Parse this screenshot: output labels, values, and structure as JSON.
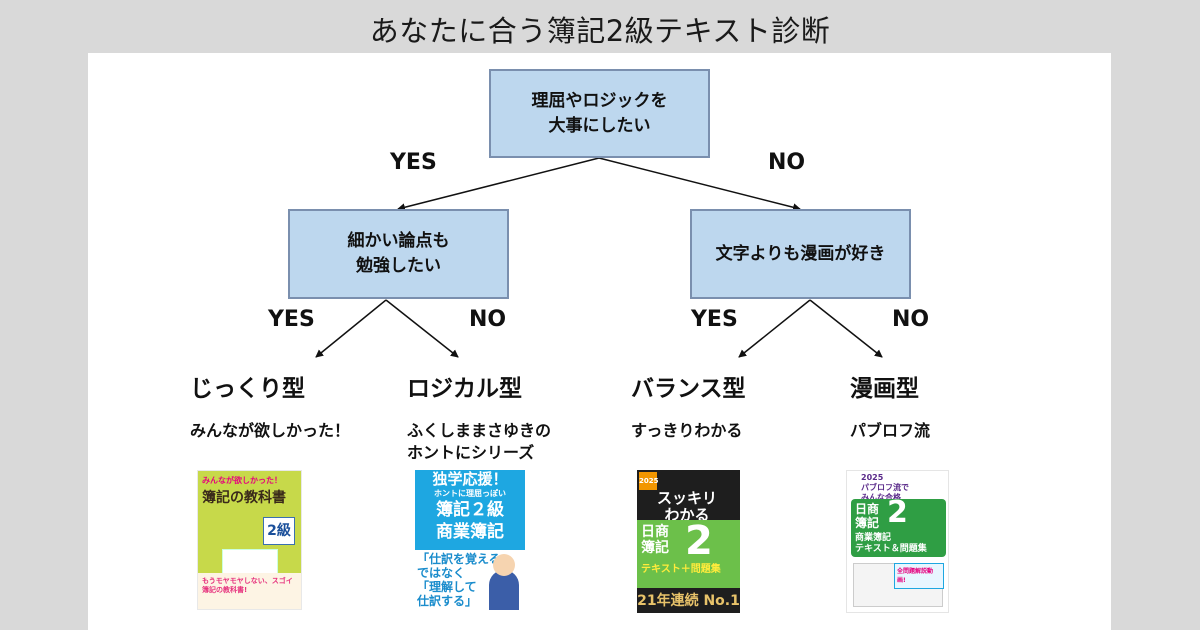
{
  "title": "あなたに合う簿記2級テキスト診断",
  "colors": {
    "background": "#d9d9d9",
    "panel": "#ffffff",
    "node_fill": "#bdd7ee",
    "node_border": "#7a8fae",
    "text": "#111111"
  },
  "tree": {
    "root": {
      "question": "理屈やロジックを\n大事にしたい"
    },
    "root_yes_label": "YES",
    "root_no_label": "NO",
    "left": {
      "question": "細かい論点も\n勉強したい",
      "yes_label": "YES",
      "no_label": "NO"
    },
    "right": {
      "question": "文字よりも漫画が好き",
      "yes_label": "YES",
      "no_label": "NO"
    }
  },
  "results": [
    {
      "type": "じっくり型",
      "book": "みんなが欲しかった！",
      "cover": {
        "series": "みんなが欲しかった！",
        "main": "簿記の教科書",
        "grade": "2級",
        "tagline": "もうモヤモヤしない、スゴイ簿記の教科書!"
      }
    },
    {
      "type": "ロジカル型",
      "book": "ふくしままさゆきの\nホントにシリーズ",
      "cover": {
        "line1": "独学応援！",
        "line2": "ホントに理屈っぽい",
        "line3": "簿記２級",
        "line4": "商業簿記",
        "quote": "「仕訳を覚える」\n ではなく\n「理解して\n 仕訳する」"
      }
    },
    {
      "type": "バランス型",
      "book": "すっきりわかる",
      "cover": {
        "year": "2025",
        "title": "スッキリ\nわかる",
        "subject": "日商\n簿記",
        "grade": "2",
        "text": "テキスト＋問題集",
        "bottom": "21年連続 No.1"
      }
    },
    {
      "type": "漫画型",
      "book": "パブロフ流",
      "cover": {
        "top": "2025\nパブロフ流で\nみんな合格",
        "subject": "日商\n簿記",
        "grade": "2",
        "text": "商業簿記\nテキスト＆問題集",
        "badge": "全問題解説動画!"
      }
    }
  ]
}
